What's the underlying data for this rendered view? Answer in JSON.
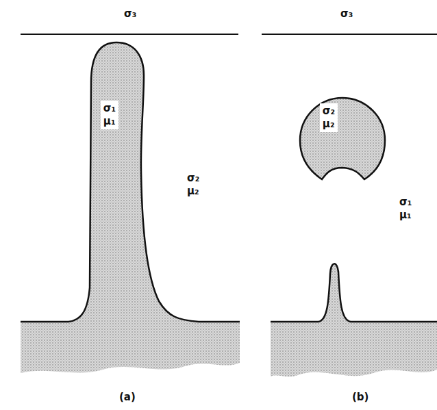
{
  "diagram": {
    "nodes": [
      {
        "text": [
          "σ₁ μ₁"
        ]
      },
      {
        "text": [
          "σ₂ μ₂"
        ]
      }
    ],
    "labels": [
      "σ₃",
      "σ₃",
      "σ₂ μ₂",
      "σ₁ μ₁",
      "(a)",
      "(b)"
    ]
  }
}
